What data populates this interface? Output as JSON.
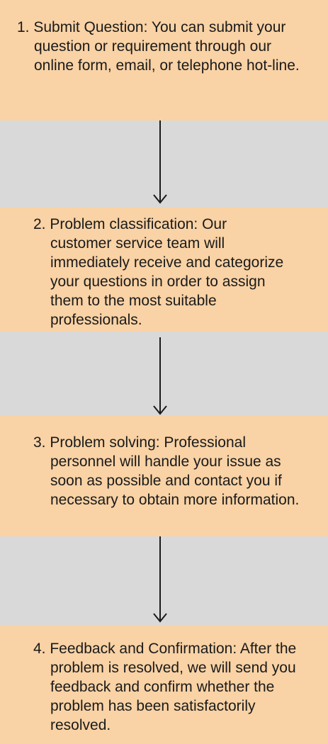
{
  "steps": [
    {
      "text": "1. Submit Question: You can submit your question or requirement through our online form, email, or telephone hot-line."
    },
    {
      "text": "2. Problem classification: Our customer service team will immediately receive and categorize your questions in order to assign them to the most suitable professionals."
    },
    {
      "text": "3. Problem solving: Professional personnel will handle your issue as soon as possible and contact you if necessary to obtain more information."
    },
    {
      "text": "4. Feedback and Confirmation: After the problem is resolved, we will send you feedback and confirm whether the problem has been satisfactorily resolved."
    }
  ],
  "colors": {
    "box": "#f9d2a5",
    "background": "#d9d9d9",
    "arrow": "#1a1a1a"
  }
}
